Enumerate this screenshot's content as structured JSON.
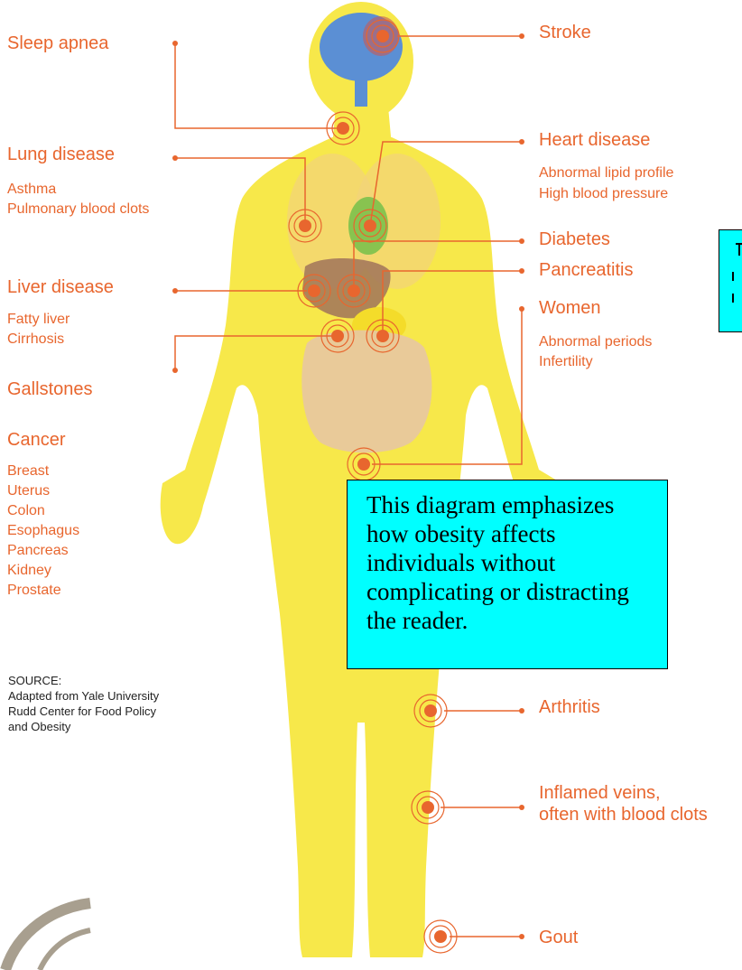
{
  "labels": {
    "sleep_apnea": "Sleep apnea",
    "lung_disease": "Lung disease",
    "lung_sub": [
      "Asthma",
      "Pulmonary blood clots"
    ],
    "liver_disease": "Liver disease",
    "liver_sub": [
      "Fatty liver",
      "Cirrhosis"
    ],
    "gallstones": "Gallstones",
    "cancer": "Cancer",
    "cancer_sub": [
      "Breast",
      "Uterus",
      "Colon",
      "Esophagus",
      "Pancreas",
      "Kidney",
      "Prostate"
    ],
    "stroke": "Stroke",
    "heart_disease": "Heart disease",
    "heart_sub": [
      "Abnormal lipid profile",
      "High blood pressure"
    ],
    "diabetes": "Diabetes",
    "pancreatitis": "Pancreatitis",
    "women": "Women",
    "women_sub": [
      "Abnormal periods",
      "Infertility"
    ],
    "arthritis": "Arthritis",
    "veins": [
      "Inflamed veins,",
      "often with blood clots"
    ],
    "gout": "Gout"
  },
  "source": [
    "SOURCE:",
    "Adapted from Yale University",
    "Rudd Center for Food Policy",
    "and Obesity"
  ],
  "note": "This diagram emphasizes how obesity affects individuals without complicating or distracting the reader.",
  "colors": {
    "body": "#f7e84a",
    "label": "#e8662e",
    "leader": "#e8662e",
    "note_bg": "#00ffff",
    "brain": "#5b8fd4"
  }
}
